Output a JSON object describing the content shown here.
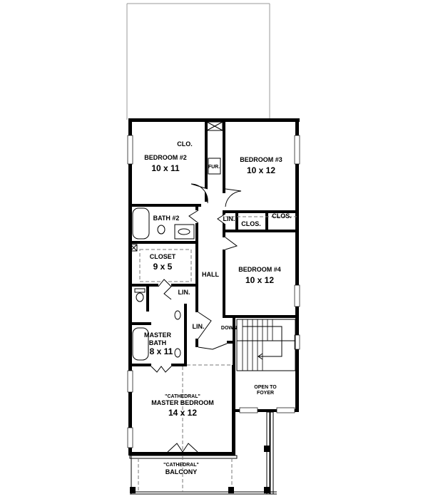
{
  "plan": {
    "rooms": {
      "bedroom2": {
        "name": "BEDROOM #2",
        "size": "10 x 11"
      },
      "bedroom3": {
        "name": "BEDROOM #3",
        "size": "10 x 12"
      },
      "bedroom4": {
        "name": "BEDROOM #4",
        "size": "10 x 12"
      },
      "bath2": {
        "name": "BATH #2"
      },
      "closet": {
        "name": "CLOSET",
        "size": "9 x 5"
      },
      "hall": {
        "name": "HALL"
      },
      "master_bath": {
        "name1": "MASTER",
        "name2": "BATH",
        "size": "8 x 11"
      },
      "master_bedroom": {
        "note": "\"CATHEDRAL\"",
        "name": "MASTER BEDROOM",
        "size": "14 x 12"
      },
      "balcony": {
        "note": "\"CATHEDRAL\"",
        "name": "BALCONY"
      },
      "foyer": {
        "line1": "OPEN TO",
        "line2": "FOYER"
      }
    },
    "small_labels": {
      "clo": "CLO.",
      "fur": "FUR.",
      "lin_hall": "LIN.",
      "clos_b4": "CLOS.",
      "clos_b3": "CLOS.",
      "lin_closet": "LIN.",
      "lin_bath": "LIN.",
      "down": "DOWN"
    }
  }
}
